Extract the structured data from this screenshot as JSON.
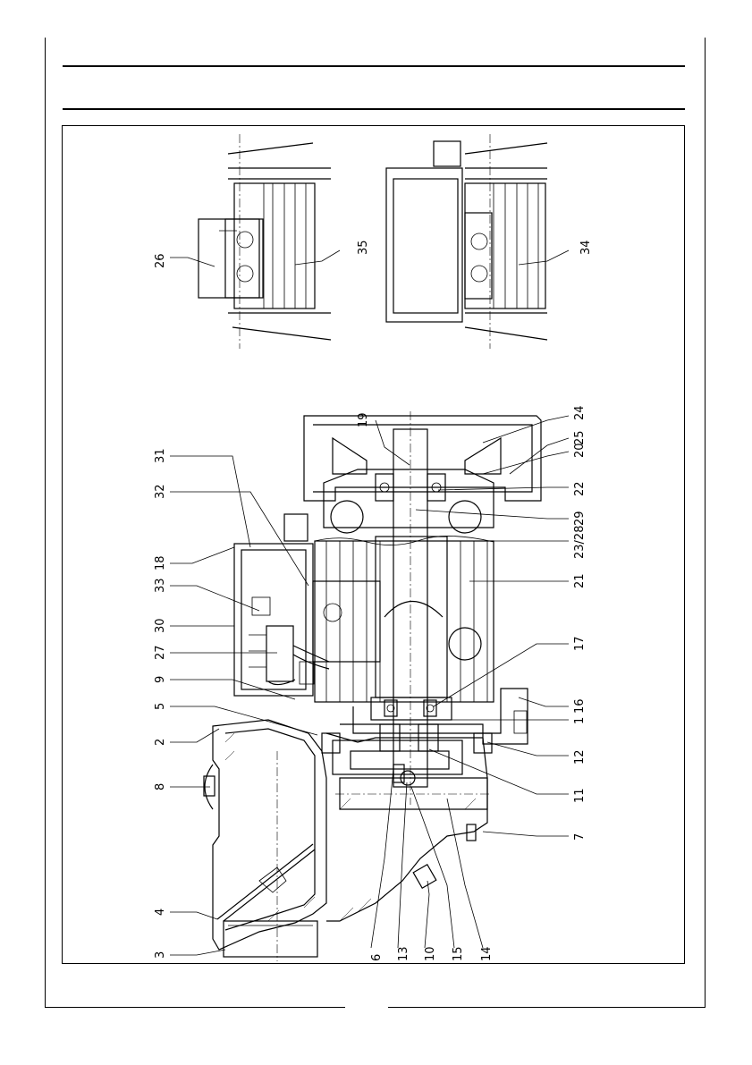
{
  "callouts": [
    {
      "id": "c26",
      "label": "26"
    },
    {
      "id": "c35",
      "label": "35"
    },
    {
      "id": "c34",
      "label": "34"
    },
    {
      "id": "c31",
      "label": "31"
    },
    {
      "id": "c32",
      "label": "32"
    },
    {
      "id": "c19",
      "label": "19"
    },
    {
      "id": "c18",
      "label": "18"
    },
    {
      "id": "c33",
      "label": "33"
    },
    {
      "id": "c30",
      "label": "30"
    },
    {
      "id": "c27",
      "label": "27"
    },
    {
      "id": "c9",
      "label": "9"
    },
    {
      "id": "c5",
      "label": "5"
    },
    {
      "id": "c2",
      "label": "2"
    },
    {
      "id": "c8",
      "label": "8"
    },
    {
      "id": "c4",
      "label": "4"
    },
    {
      "id": "c3",
      "label": "3"
    },
    {
      "id": "c6",
      "label": "6"
    },
    {
      "id": "c13",
      "label": "13"
    },
    {
      "id": "c10",
      "label": "10"
    },
    {
      "id": "c15",
      "label": "15"
    },
    {
      "id": "c14",
      "label": "14"
    },
    {
      "id": "c7",
      "label": "7"
    },
    {
      "id": "c11",
      "label": "11"
    },
    {
      "id": "c12",
      "label": "12"
    },
    {
      "id": "c1",
      "label": "1"
    },
    {
      "id": "c16",
      "label": "16"
    },
    {
      "id": "c17",
      "label": "17"
    },
    {
      "id": "c21",
      "label": "21"
    },
    {
      "id": "c2328",
      "label": "23/28"
    },
    {
      "id": "c29",
      "label": "29"
    },
    {
      "id": "c22",
      "label": "22"
    },
    {
      "id": "c20",
      "label": "20"
    },
    {
      "id": "c25",
      "label": "25"
    },
    {
      "id": "c24",
      "label": "24"
    }
  ]
}
